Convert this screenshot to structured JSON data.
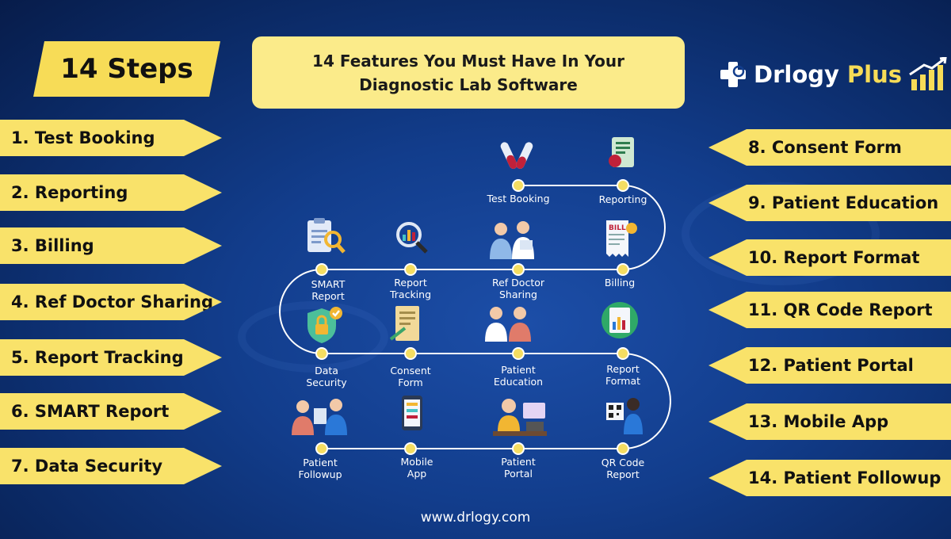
{
  "header": {
    "steps_badge": "14 Steps",
    "title_line1": "14 Features You Must Have In Your",
    "title_line2": "Diagnostic Lab Software",
    "logo_name": "Drlogy",
    "logo_plus": "Plus"
  },
  "colors": {
    "background": "#123d8c",
    "banner_yellow": "#f9e26a",
    "title_bg": "#fbeb8a",
    "node": "#f5dd62",
    "path_line": "#ffffff"
  },
  "left_steps": [
    "1. Test Booking",
    "2. Reporting",
    "3. Billing",
    "4. Ref Doctor Sharing",
    "5. Report Tracking",
    "6. SMART Report",
    "7. Data Security"
  ],
  "right_steps": [
    "8. Consent Form",
    "9. Patient Education",
    "10. Report Format",
    "11. QR Code Report",
    "12. Patient Portal",
    "13. Mobile App",
    "14. Patient Followup"
  ],
  "flow_nodes": [
    {
      "id": "test-booking",
      "label": "Test Booking",
      "icon": "test-tubes-icon"
    },
    {
      "id": "reporting",
      "label": "Reporting",
      "icon": "report-document-icon"
    },
    {
      "id": "billing",
      "label": "Billing",
      "icon": "bill-receipt-icon"
    },
    {
      "id": "ref-doctor",
      "label_line1": "Ref Doctor",
      "label_line2": "Sharing",
      "icon": "doctor-consultation-icon"
    },
    {
      "id": "report-tracking",
      "label_line1": "Report",
      "label_line2": "Tracking",
      "icon": "analytics-magnifier-icon"
    },
    {
      "id": "smart-report",
      "label_line1": "SMART",
      "label_line2": "Report",
      "icon": "clipboard-search-icon"
    },
    {
      "id": "data-security",
      "label_line1": "Data",
      "label_line2": "Security",
      "icon": "shield-lock-icon"
    },
    {
      "id": "consent-form",
      "label_line1": "Consent",
      "label_line2": "Form",
      "icon": "signed-form-icon"
    },
    {
      "id": "patient-education",
      "label_line1": "Patient",
      "label_line2": "Education",
      "icon": "doctor-patient-icon"
    },
    {
      "id": "report-format",
      "label_line1": "Report",
      "label_line2": "Format",
      "icon": "report-chart-icon"
    },
    {
      "id": "qr-report",
      "label_line1": "QR Code",
      "label_line2": "Report",
      "icon": "qr-code-phone-icon"
    },
    {
      "id": "patient-portal",
      "label_line1": "Patient",
      "label_line2": "Portal",
      "icon": "support-desk-icon"
    },
    {
      "id": "mobile-app",
      "label_line1": "Mobile",
      "label_line2": "App",
      "icon": "smartphone-app-icon"
    },
    {
      "id": "patient-followup",
      "label_line1": "Patient",
      "label_line2": "Followup",
      "icon": "followup-meeting-icon"
    }
  ],
  "footer": {
    "website": "www.drlogy.com"
  }
}
